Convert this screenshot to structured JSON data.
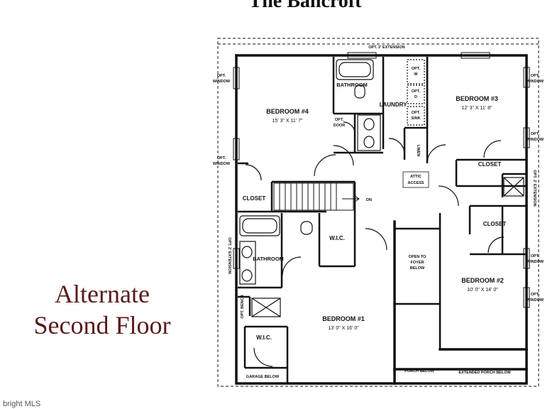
{
  "title": "The Bancroft",
  "caption": {
    "line1": "Alternate",
    "line2": "Second Floor"
  },
  "watermark": "bright MLS",
  "rooms": {
    "bedroom4": {
      "name": "BEDROOM #4",
      "dims": "15' 3\" X 11' 7\""
    },
    "bedroom3": {
      "name": "BEDROOM #3",
      "dims": "12' 3\" X 11' 8\""
    },
    "bedroom2": {
      "name": "BEDROOM #2",
      "dims": "10' 0\" X 14' 0\""
    },
    "bedroom1": {
      "name": "BEDROOM #1",
      "dims": "13' 0\" X 16' 0\""
    },
    "bathroom_top": "BATHROOM",
    "bathroom_left": "BATHROOM",
    "laundry": "LAUNDRY",
    "closet_left": "CLOSET",
    "closet_right_top": "CLOSET",
    "closet_right": "CLOSET",
    "wic_center": "W.I.C.",
    "wic_left": "W.I.C.",
    "linen": "LINEN",
    "attic": {
      "line1": "ATTIC",
      "line2": "ACCESS"
    }
  },
  "notes": {
    "ext_top": "OPT. 2' EXTENSION",
    "ext_left": "OPT. 2' EXTENSION",
    "ext_right": "OPT. 2' EXTENSION",
    "opt_window": {
      "line1": "OPT.",
      "line2": "WINDOW"
    },
    "opt_door": {
      "line1": "OPT.",
      "line2": "DOOR"
    },
    "opt_bench": "OPT. BENCH",
    "opt_w": {
      "line1": "OPT.",
      "line2": "W"
    },
    "opt_d": {
      "line1": "OPT.",
      "line2": "D"
    },
    "opt_sink": {
      "line1": "OPT.",
      "line2": "SINK"
    },
    "stairs_dn": "DN",
    "open_to_foyer": {
      "line1": "OPEN TO",
      "line2": "FOYER",
      "line3": "BELOW"
    },
    "garage_below": "GARAGE BELOW",
    "porch_below": "PORCH BELOW",
    "extended_porch_below": "EXTENDED PORCH BELOW"
  },
  "colors": {
    "line": "#111111",
    "caption": "#5a1a1a",
    "background": "#ffffff"
  }
}
